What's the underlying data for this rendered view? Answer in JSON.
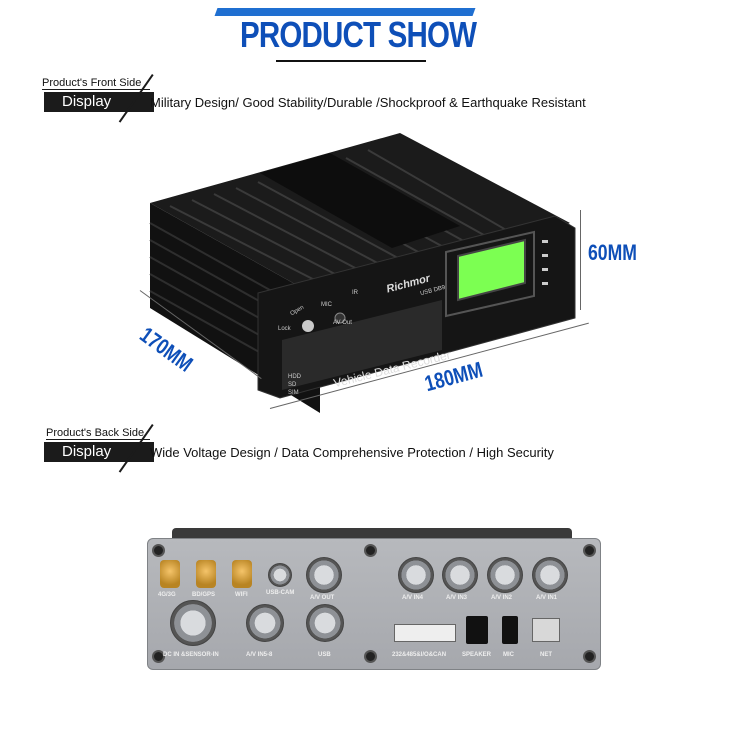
{
  "header": {
    "title": "PRODUCT SHOW"
  },
  "front": {
    "small": "Product's Front Side",
    "label": "Display",
    "desc": "Military Design/ Good Stability/Durable /Shockproof & Earthquake Resistant"
  },
  "dims": {
    "height": "60MM",
    "depth": "170MM",
    "width": "180MM"
  },
  "device": {
    "brand": "Richmor",
    "name": "Vehicle Data Recorder",
    "usb": "USB DB9",
    "ir": "IR",
    "mic": "MIC",
    "av_out": "AV Out",
    "open": "Open",
    "lock": "Lock",
    "hdd": "HDD",
    "sd": "SD",
    "sim": "SIM"
  },
  "back": {
    "small": "Product's Back Side",
    "label": "Display",
    "desc": "Wide Voltage Design / Data Comprehensive Protection / High Security"
  },
  "ports": {
    "g4": "4G/3G",
    "bdgps": "BD/GPS",
    "wifi": "WIFI",
    "usbcam": "USB-CAM",
    "avout": "A/V OUT",
    "av4": "A/V IN4",
    "av3": "A/V IN3",
    "av2": "A/V IN2",
    "av1": "A/V IN1",
    "dc": "DC IN &SENSOR-IN",
    "av8": "A/V IN5-8",
    "usb": "USB",
    "serial": "232&485&I/O&CAN",
    "speaker": "SPEAKER",
    "mic": "MIC",
    "net": "NET"
  }
}
